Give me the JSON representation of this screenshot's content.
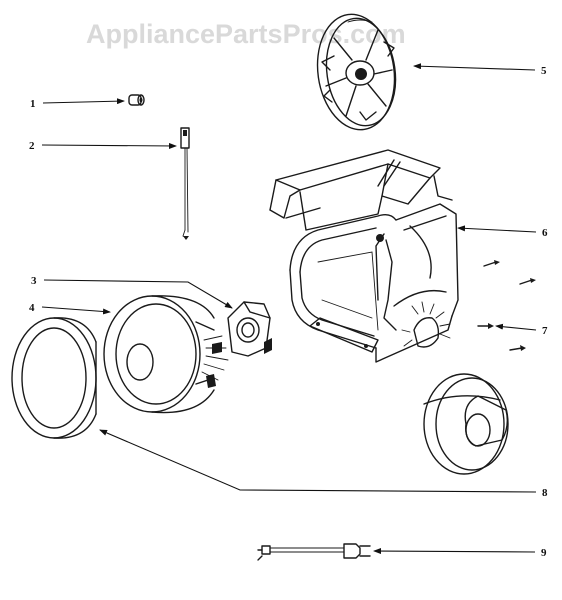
{
  "watermark": "AppliancePartsPros.com",
  "callouts": [
    {
      "number": "1"
    },
    {
      "number": "2"
    },
    {
      "number": "3"
    },
    {
      "number": "4"
    },
    {
      "number": "5"
    },
    {
      "number": "6"
    },
    {
      "number": "7"
    },
    {
      "number": "8"
    },
    {
      "number": "9"
    }
  ],
  "colors": {
    "ink": "#1a1a1a",
    "watermark": "#d9d9d9",
    "background": "#ffffff"
  }
}
